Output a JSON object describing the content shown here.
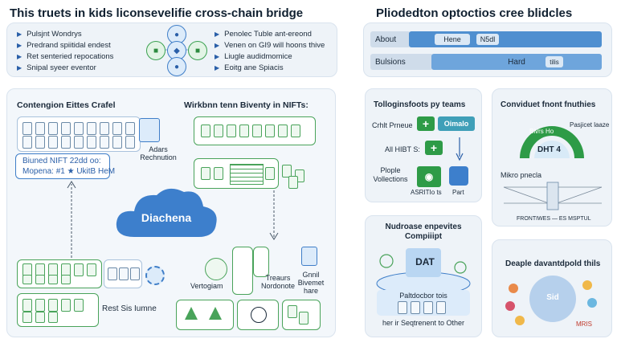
{
  "top_left": {
    "title": "This truets in kids liconsevelifie cross-chain bridge",
    "bullets_left": [
      "Pulsjnt Wondrys",
      "Predrand spiitidal endest",
      "Ret senteried repocations",
      "Snipal syeer eventor"
    ],
    "bullets_right": [
      "Penolec Tuble ant-ereond",
      "Venen on GI9 will hoons thive",
      "Liugle audidmomice",
      "Eoitg ane Spiacis"
    ]
  },
  "top_right": {
    "title": "Pliodedton optoctios cree blidcles",
    "row1": {
      "label": "About",
      "btn1": "Hene",
      "btn2": "N5dl"
    },
    "row2": {
      "label": "Bulsions",
      "center": "Hard",
      "tail": "tilis"
    }
  },
  "main_left": {
    "heading_left": "Contengion Eittes Crafel",
    "heading_right": "Wirkbnn tenn Biventy in NIFTs:",
    "blue_box_line1": "Biuned NIFT 22dd oo:",
    "blue_box_line2": "Mopena: #1 ★ UkitB HeM",
    "cloud_label": "Diachena",
    "adders_label": "Adars Rechnution",
    "vertogiam": "Vertogiam",
    "treaurs": "Treaurs Nordonote",
    "gnnil": "Gnnil Bivemet hare",
    "rest_label": "Rest Sis Iumne"
  },
  "mid_card": {
    "title": "Tolloginsfoots py teams",
    "row1": "Crhlt Prneue",
    "btn_plus": "+",
    "btn_oimalo": "Oimalo",
    "row2": "All HIBT S:",
    "btn_plus2": "+",
    "row3": "Plople Vollections",
    "caption_left": "ASRITIo ts",
    "caption_right": "Part"
  },
  "right_card": {
    "title": "Conviduet fnont fnuthies",
    "gauge_text": "Bivrs Ho",
    "gauge_value": "DHT 4",
    "projecet": "Pasjicet laaze",
    "mikro": "Mikro pnecla",
    "footer": "FRONTIWES — ES MSPTUL"
  },
  "bottom_mid": {
    "title_line1": "Nudroase enpevites",
    "title_line2": "Compiiipt",
    "badge": "DAT",
    "chip": "Paltdocbor tois",
    "footer": "her ir Seqtrenent to Other"
  },
  "bottom_right": {
    "title": "Deaple davantdpold thils",
    "hub": "Sid",
    "tag": "MRIS"
  }
}
